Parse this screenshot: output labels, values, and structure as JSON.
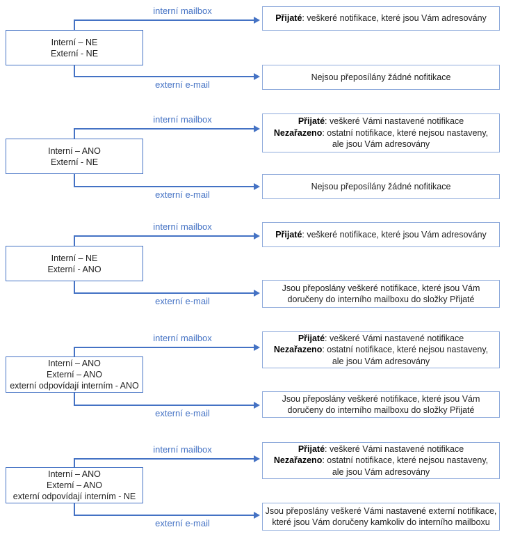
{
  "diagram": {
    "type": "flow-diagram",
    "colors": {
      "connector": "#4472C4",
      "arrow_label": "#4472C4",
      "condition_box_border": "#4472C4",
      "result_box_border": "#8EAADB",
      "text": "#212121",
      "background": "#FFFFFF"
    },
    "groups": [
      {
        "condition_lines": [
          "Interní – NE",
          "Externí - NE"
        ],
        "internal_label": "interní mailbox",
        "external_label": "externí e-mail",
        "internal_result_lines": [
          [
            {
              "text": "Přijaté",
              "bold": true
            },
            {
              "text": ": veškeré notifikace, které jsou Vám adresovány",
              "bold": false
            }
          ]
        ],
        "external_result_lines": [
          [
            {
              "text": "Nejsou přeposílány žádné nofitikace",
              "bold": false
            }
          ]
        ]
      },
      {
        "condition_lines": [
          "Interní – ANO",
          "Externí - NE"
        ],
        "internal_label": "interní mailbox",
        "external_label": "externí e-mail",
        "internal_result_lines": [
          [
            {
              "text": "Přijaté",
              "bold": true
            },
            {
              "text": ": veškeré Vámi nastavené notifikace",
              "bold": false
            }
          ],
          [
            {
              "text": "Nezařazeno",
              "bold": true
            },
            {
              "text": ": ostatní notifikace, které nejsou nastaveny,",
              "bold": false
            }
          ],
          [
            {
              "text": "ale jsou Vám adresovány",
              "bold": false
            }
          ]
        ],
        "external_result_lines": [
          [
            {
              "text": "Nejsou přeposílány žádné nofitikace",
              "bold": false
            }
          ]
        ]
      },
      {
        "condition_lines": [
          "Interní – NE",
          "Externí - ANO"
        ],
        "internal_label": "interní mailbox",
        "external_label": "externí e-mail",
        "internal_result_lines": [
          [
            {
              "text": "Přijaté",
              "bold": true
            },
            {
              "text": ": veškeré notifikace, které jsou Vám adresovány",
              "bold": false
            }
          ]
        ],
        "external_result_lines": [
          [
            {
              "text": "Jsou přeposlány veškeré notifikace, které jsou Vám",
              "bold": false
            }
          ],
          [
            {
              "text": "doručeny do interního mailboxu do složky Přijaté",
              "bold": false
            }
          ]
        ]
      },
      {
        "condition_lines": [
          "Interní – ANO",
          "Externí – ANO",
          "externí odpovídají interním - ANO"
        ],
        "internal_label": "interní mailbox",
        "external_label": "externí e-mail",
        "internal_result_lines": [
          [
            {
              "text": "Přijaté",
              "bold": true
            },
            {
              "text": ": veškeré Vámi nastavené notifikace",
              "bold": false
            }
          ],
          [
            {
              "text": "Nezařazeno",
              "bold": true
            },
            {
              "text": ": ostatní notifikace, které nejsou nastaveny,",
              "bold": false
            }
          ],
          [
            {
              "text": "ale jsou Vám adresovány",
              "bold": false
            }
          ]
        ],
        "external_result_lines": [
          [
            {
              "text": "Jsou přeposlány veškeré notifikace, které jsou Vám",
              "bold": false
            }
          ],
          [
            {
              "text": "doručeny do interního mailboxu do složky Přijaté",
              "bold": false
            }
          ]
        ]
      },
      {
        "condition_lines": [
          "Interní – ANO",
          "Externí – ANO",
          "externí odpovídají interním - NE"
        ],
        "internal_label": "interní mailbox",
        "external_label": "externí e-mail",
        "internal_result_lines": [
          [
            {
              "text": "Přijaté",
              "bold": true
            },
            {
              "text": ": veškeré Vámi nastavené notifikace",
              "bold": false
            }
          ],
          [
            {
              "text": "Nezařazeno",
              "bold": true
            },
            {
              "text": ": ostatní notifikace, které nejsou nastaveny,",
              "bold": false
            }
          ],
          [
            {
              "text": "ale jsou Vám adresovány",
              "bold": false
            }
          ]
        ],
        "external_result_lines": [
          [
            {
              "text": "Jsou přeposlány veškeré Vámi nastavené externí notifikace,",
              "bold": false
            }
          ],
          [
            {
              "text": "které jsou Vám doručeny kamkoliv do interního mailboxu",
              "bold": false
            }
          ]
        ]
      }
    ]
  }
}
